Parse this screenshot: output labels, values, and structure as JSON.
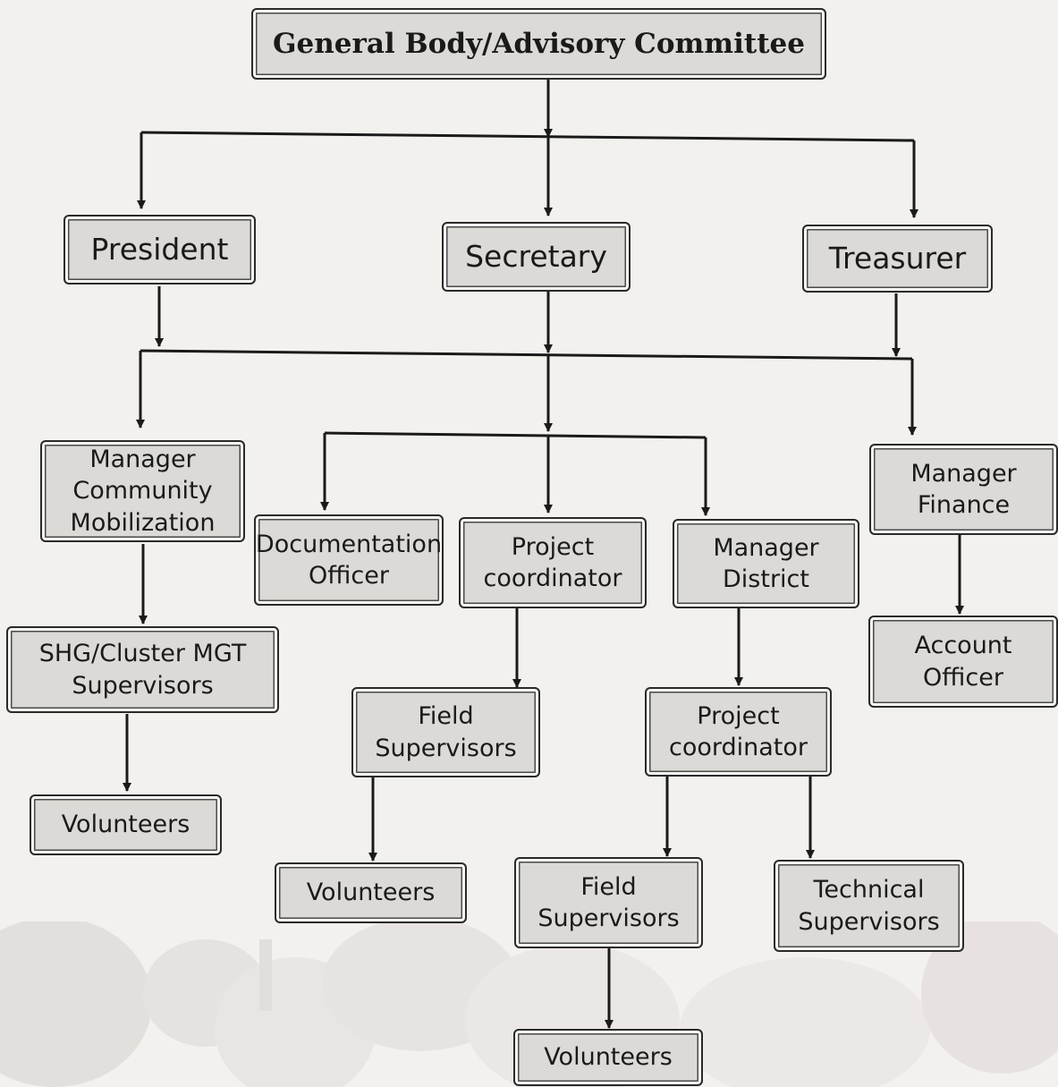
{
  "nodes": {
    "general_body": "General Body/Advisory Committee",
    "president": "President",
    "secretary": "Secretary",
    "treasurer": "Treasurer",
    "manager_community": "Manager\nCommunity\nMobilization",
    "documentation_officer": "Documentation\nOfficer",
    "project_coordinator_1": "Project\ncoordinator",
    "manager_district": "Manager\nDistrict",
    "manager_finance": "Manager\nFinance",
    "shg_supervisors": "SHG/Cluster MGT\nSupervisors",
    "volunteers_1": "Volunteers",
    "field_supervisors_1": "Field\nSupervisors",
    "volunteers_2": "Volunteers",
    "project_coordinator_2": "Project\ncoordinator",
    "account_officer": "Account\nOfficer",
    "field_supervisors_2": "Field\nSupervisors",
    "technical_supervisors": "Technical\nSupervisors",
    "volunteers_3": "Volunteers"
  },
  "colors": {
    "box_fill": "#dcdad6",
    "box_border": "#2a2a2a",
    "line": "#1a1a1a",
    "background": "#f3f1ee"
  }
}
